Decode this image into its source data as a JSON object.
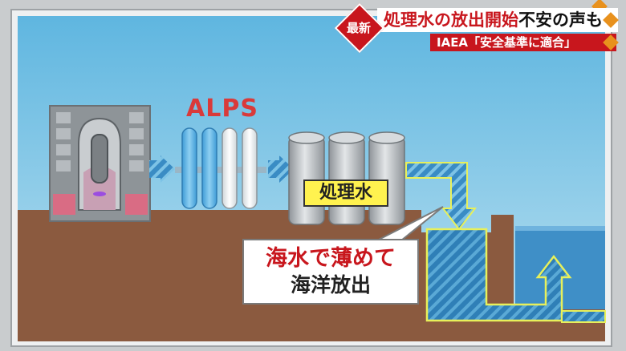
{
  "news": {
    "badge": "最新",
    "headline_red": "処理水の放出開始",
    "headline_black": "不安の声も",
    "subline": "IAEA「安全基準に適合」"
  },
  "diagram": {
    "alps_label": "ALPS",
    "treated_water_label": "処理水",
    "callout_line1": "海水で薄めて",
    "callout_line2": "海洋放出"
  },
  "colors": {
    "sky": "#7fc6e6",
    "ground": "#8b5a3f",
    "sea": "#3f8fc7",
    "arrow": "#3a8cc4",
    "news_red": "#c8161d",
    "label_yellow": "#fff24f"
  }
}
